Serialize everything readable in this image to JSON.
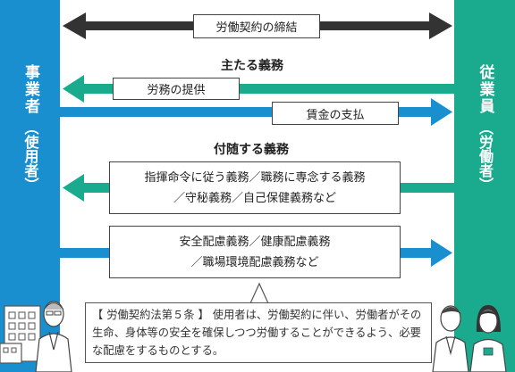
{
  "employer": {
    "label": "事業者",
    "paren": "（使用者）"
  },
  "employee": {
    "label": "従業員",
    "paren": "（労働者）"
  },
  "contract": {
    "label": "労働契約の締結"
  },
  "main_duties": {
    "heading": "主たる義務",
    "provide_labor": "労務の提供",
    "pay_wages": "賃金の支払"
  },
  "incidental_duties": {
    "heading": "付随する義務",
    "employee_line1": "指揮命令に従う義務／職務に専念する義務",
    "employee_line2": "／守秘義務／自己保健義務など",
    "employer_line1": "安全配慮義務／健康配慮義務",
    "employer_line2": "／職場環境配慮義務など"
  },
  "law_note": {
    "text": "【 労働契約法第５条 】 使用者は、労働契約に伴い、労働者がその生命、身体等の安全を確保しつつ労働することができるよう、必要な配慮をするものとする。"
  },
  "colors": {
    "employer_blue": "#1a8fd0",
    "employee_green": "#1aab8e",
    "contract_arrow": "#333333"
  },
  "icons": [
    "building-icon",
    "employer-person-icon",
    "employee-man-icon",
    "employee-woman-icon"
  ]
}
